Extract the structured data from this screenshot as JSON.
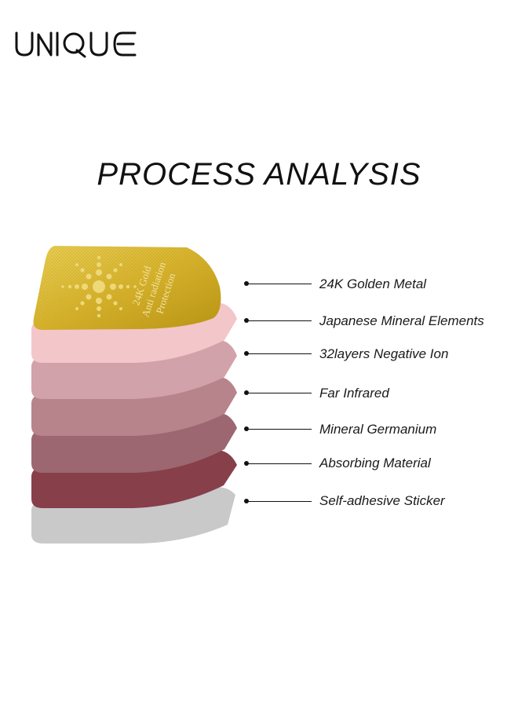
{
  "brand": {
    "logo_text": "UNIQUE"
  },
  "title": "PROCESS ANALYSIS",
  "plate": {
    "text_line1": "24K Gold",
    "text_line2": "Anti radiation",
    "text_line3": "Protection"
  },
  "layers": [
    {
      "label": "24K Golden Metal",
      "color": "#d4b12a"
    },
    {
      "label": "Japanese Mineral Elements",
      "color": "#f3c6ca"
    },
    {
      "label": "32layers Negative Ion",
      "color": "#d2a2aa"
    },
    {
      "label": "Far Infrared",
      "color": "#b7848b"
    },
    {
      "label": "Mineral Germanium",
      "color": "#9c6770"
    },
    {
      "label": "Absorbing Material",
      "color": "#873f4a"
    },
    {
      "label": "Self-adhesive Sticker",
      "color": "#c8c8c8"
    }
  ]
}
